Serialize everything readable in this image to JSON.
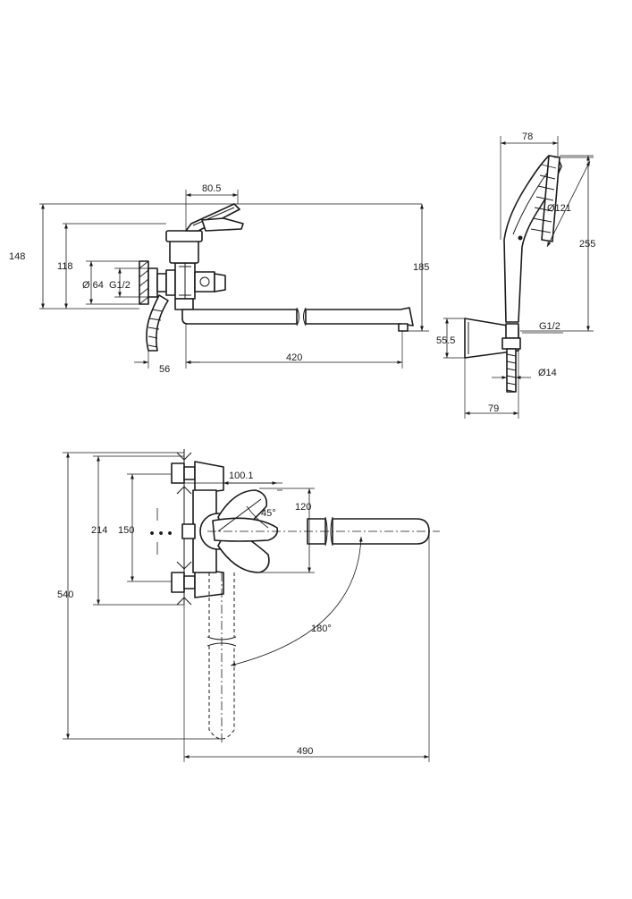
{
  "dimensions": {
    "front_view": {
      "d_80_5": "80.5",
      "d_148": "148",
      "d_118": "118",
      "d_185": "185",
      "d_64": "Ø 64",
      "d_g12": "G1/2",
      "d_56": "56",
      "d_420": "420"
    },
    "shower_view": {
      "d_78": "78",
      "d_121": "Ø121",
      "d_255": "255",
      "d_g12": "G1/2",
      "d_55_5": "55.5",
      "d_14": "Ø14",
      "d_79": "79"
    },
    "top_view": {
      "d_100_1": "100.1",
      "d_45": "45°",
      "d_120": "120",
      "d_214": "214",
      "d_150": "150",
      "d_540": "540",
      "d_180": "180°",
      "d_490": "490"
    }
  }
}
